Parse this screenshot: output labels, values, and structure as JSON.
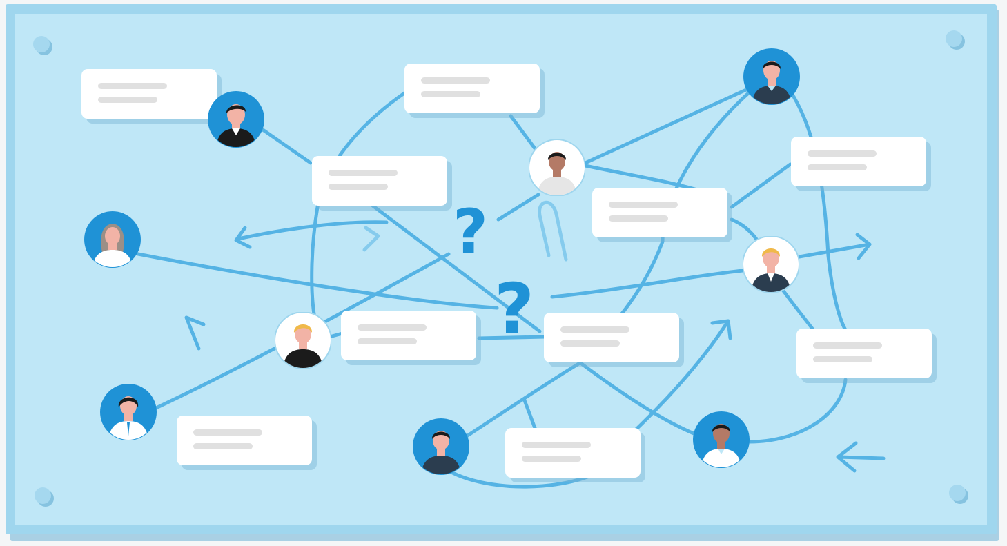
{
  "diagram": {
    "cards": [
      {
        "id": "card-1",
        "lines": [
          "",
          ""
        ]
      },
      {
        "id": "card-2",
        "lines": [
          "",
          ""
        ]
      },
      {
        "id": "card-3",
        "lines": [
          "",
          ""
        ]
      },
      {
        "id": "card-4",
        "lines": [
          "",
          ""
        ]
      },
      {
        "id": "card-5",
        "lines": [
          "",
          ""
        ]
      },
      {
        "id": "card-6",
        "lines": [
          "",
          ""
        ]
      },
      {
        "id": "card-7",
        "lines": [
          "",
          ""
        ]
      },
      {
        "id": "card-8",
        "lines": [
          "",
          ""
        ]
      },
      {
        "id": "card-9",
        "lines": [
          "",
          ""
        ]
      },
      {
        "id": "card-10",
        "lines": [
          "",
          ""
        ]
      }
    ],
    "question_marks": [
      "?",
      "?"
    ],
    "colors": {
      "board": "#bfe7f7",
      "frame": "#9fd6ee",
      "connector": "#4aaee2",
      "question": "#1f92d6",
      "avatar_blue": "#1f92d6",
      "card": "#ffffff",
      "placeholder_bar": "#e0e0e0"
    },
    "icons": [
      "person-avatar-icon",
      "arrow-icon",
      "question-mark-icon",
      "pin-icon"
    ]
  }
}
